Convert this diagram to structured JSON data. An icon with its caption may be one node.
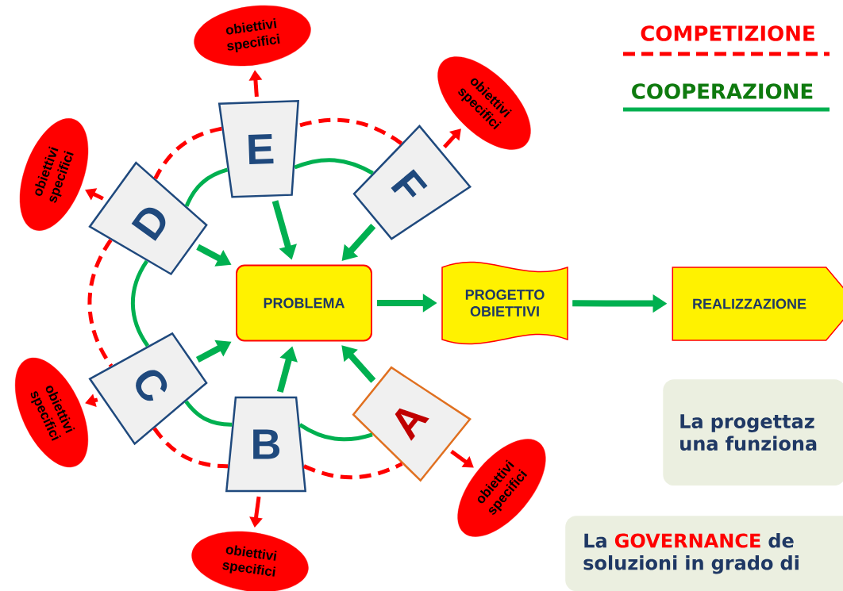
{
  "diagram": {
    "nodes": [
      {
        "text": [
          "PROBLEMA"
        ]
      },
      {
        "text": [
          "PROGETTO OBIETTIVI"
        ]
      },
      {
        "text": [
          "REALIZZAZIONE"
        ]
      },
      {
        "text": [
          "A"
        ]
      },
      {
        "text": [
          "B"
        ]
      },
      {
        "text": [
          "C"
        ]
      },
      {
        "text": [
          "D"
        ]
      },
      {
        "text": [
          "E"
        ]
      },
      {
        "text": [
          "F"
        ]
      },
      {
        "text": [
          "obiettivi specifici"
        ]
      },
      {
        "text": [
          "obiettivi specifici"
        ]
      },
      {
        "text": [
          "obiettivi specifici"
        ]
      },
      {
        "text": [
          "obiettivi specifici"
        ]
      },
      {
        "text": [
          "obiettivi specifici"
        ]
      },
      {
        "text": [
          "obiettivi specifici"
        ]
      },
      {
        "text": [
          "La progettaz una funziona"
        ]
      },
      {
        "text": [
          "La",
          "GOVERNANCE",
          "de soluzioni in grado di"
        ]
      }
    ],
    "edges": [
      {
        "from": 0,
        "to": 1,
        "arrow": "to"
      },
      {
        "from": 1,
        "to": 2,
        "arrow": "to"
      },
      {
        "from": 3,
        "to": 0,
        "arrow": "to"
      },
      {
        "from": 4,
        "to": 0,
        "arrow": "to"
      },
      {
        "from": 5,
        "to": 0,
        "arrow": "to"
      },
      {
        "from": 6,
        "to": 0,
        "arrow": "to"
      },
      {
        "from": 7,
        "to": 0,
        "arrow": "to"
      },
      {
        "from": 8,
        "to": 0,
        "arrow": "to"
      },
      {
        "from": 3,
        "to": 9,
        "arrow": "to",
        "color": "#ff0000"
      },
      {
        "from": 4,
        "to": 10,
        "arrow": "to",
        "color": "#ff0000"
      },
      {
        "from": 5,
        "to": 11,
        "arrow": "to",
        "color": "#ff0000"
      },
      {
        "from": 6,
        "to": 12,
        "arrow": "to",
        "color": "#ff0000"
      },
      {
        "from": 7,
        "to": 13,
        "arrow": "to",
        "color": "#ff0000"
      },
      {
        "from": 8,
        "to": 14,
        "arrow": "to",
        "color": "#ff0000"
      },
      {
        "from": 8,
        "to": 7,
        "arrow": "none"
      },
      {
        "from": 7,
        "to": 6,
        "arrow": "none"
      },
      {
        "from": 6,
        "to": 5,
        "arrow": "none"
      },
      {
        "from": 5,
        "to": 4,
        "arrow": "none"
      },
      {
        "from": 4,
        "to": 3,
        "arrow": "none"
      },
      {
        "from": 8,
        "to": 7,
        "arrow": "none",
        "style": "dashed",
        "color": "#ff0000"
      },
      {
        "from": 7,
        "to": 6,
        "arrow": "none",
        "style": "dashed",
        "color": "#ff0000"
      },
      {
        "from": 6,
        "to": 5,
        "arrow": "none",
        "style": "dashed",
        "color": "#ff0000"
      },
      {
        "from": 5,
        "to": 4,
        "arrow": "none",
        "style": "dashed",
        "color": "#ff0000"
      },
      {
        "from": 4,
        "to": 3,
        "arrow": "none",
        "style": "dashed",
        "color": "#ff0000"
      }
    ],
    "legend": [
      {
        "text": "COMPETIZIONE"
      },
      {
        "text": "COOPERAZIONE"
      }
    ]
  }
}
